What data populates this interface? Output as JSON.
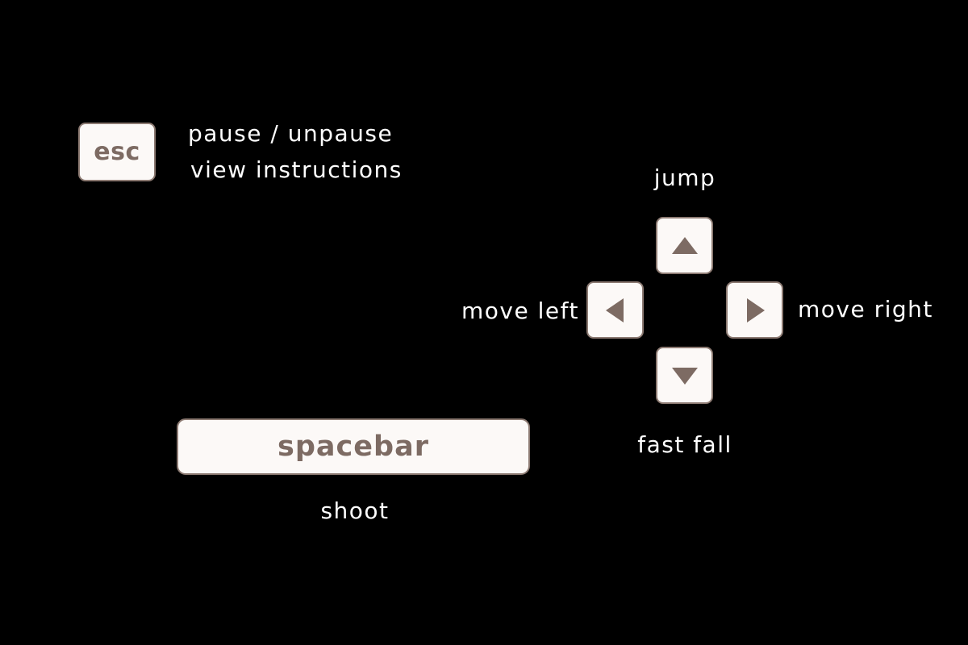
{
  "colors": {
    "background": "#000000",
    "text": "#ffffff",
    "key_face": "#fcf9f7",
    "key_border": "#8c7a72",
    "key_glyph": "#7d6b63"
  },
  "keys": {
    "esc": {
      "label": "esc"
    },
    "spacebar": {
      "label": "spacebar"
    },
    "up": {
      "icon": "arrow-up-icon"
    },
    "left": {
      "icon": "arrow-left-icon"
    },
    "right": {
      "icon": "arrow-right-icon"
    },
    "down": {
      "icon": "arrow-down-icon"
    }
  },
  "actions": {
    "pause": "pause  / unpause",
    "instructions": "view instructions",
    "jump": "jump",
    "move_left": "move left",
    "move_right": "move right",
    "fast_fall": "fast fall",
    "shoot": "shoot"
  }
}
